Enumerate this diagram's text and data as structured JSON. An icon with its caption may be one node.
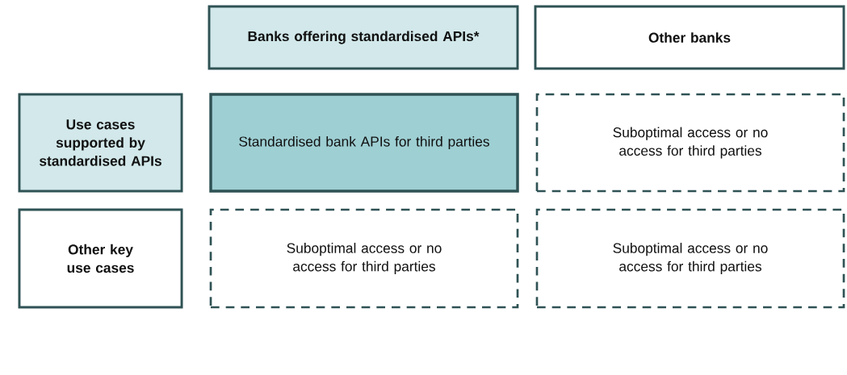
{
  "diagram": {
    "nodes": [
      {
        "text": [
          "Banks offering standardised APIs*"
        ]
      },
      {
        "text": [
          "Other banks"
        ]
      },
      {
        "text": [
          "Use cases supported by standardised APIs"
        ]
      },
      {
        "text": [
          "Standardised bank APIs for third parties"
        ]
      },
      {
        "text": [
          "Suboptimal access or no access for third parties"
        ]
      },
      {
        "text": [
          "Other key use cases"
        ]
      },
      {
        "text": [
          "Suboptimal access or no access for third parties"
        ]
      },
      {
        "text": [
          "Suboptimal access or no access for third parties"
        ]
      }
    ]
  }
}
